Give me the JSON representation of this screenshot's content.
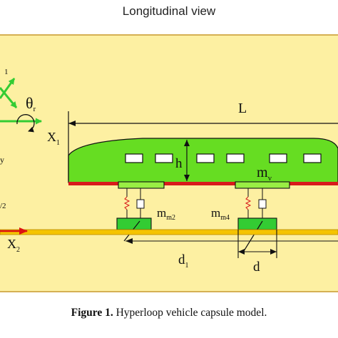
{
  "title": "Longitudinal view",
  "caption": {
    "prefix": "Figure 1.",
    "text": " Hyperloop vehicle capsule model."
  },
  "labels": {
    "theta": "θ",
    "theta_sub": "r",
    "x1": "X",
    "x1_sub": "1",
    "x2": "X",
    "x2_sub": "2",
    "y_partial": "y",
    "partial_1": "1",
    "partial_2": "/2",
    "L": "L",
    "h": "h",
    "mv": "m",
    "mv_sub": "v",
    "mm2": "m",
    "mm2_sub": "m2",
    "mm4": "m",
    "mm4_sub": "m4",
    "d1": "d",
    "d1_sub": "1",
    "d": "d"
  },
  "colors": {
    "background": "#fdf0a2",
    "capsule": "#66dd22",
    "rail": "#d81b1b",
    "magnet": "#33cc33",
    "guideway": "#f5c400",
    "axis_green": "#33cc33",
    "x2_arrow": "#dd1111"
  }
}
